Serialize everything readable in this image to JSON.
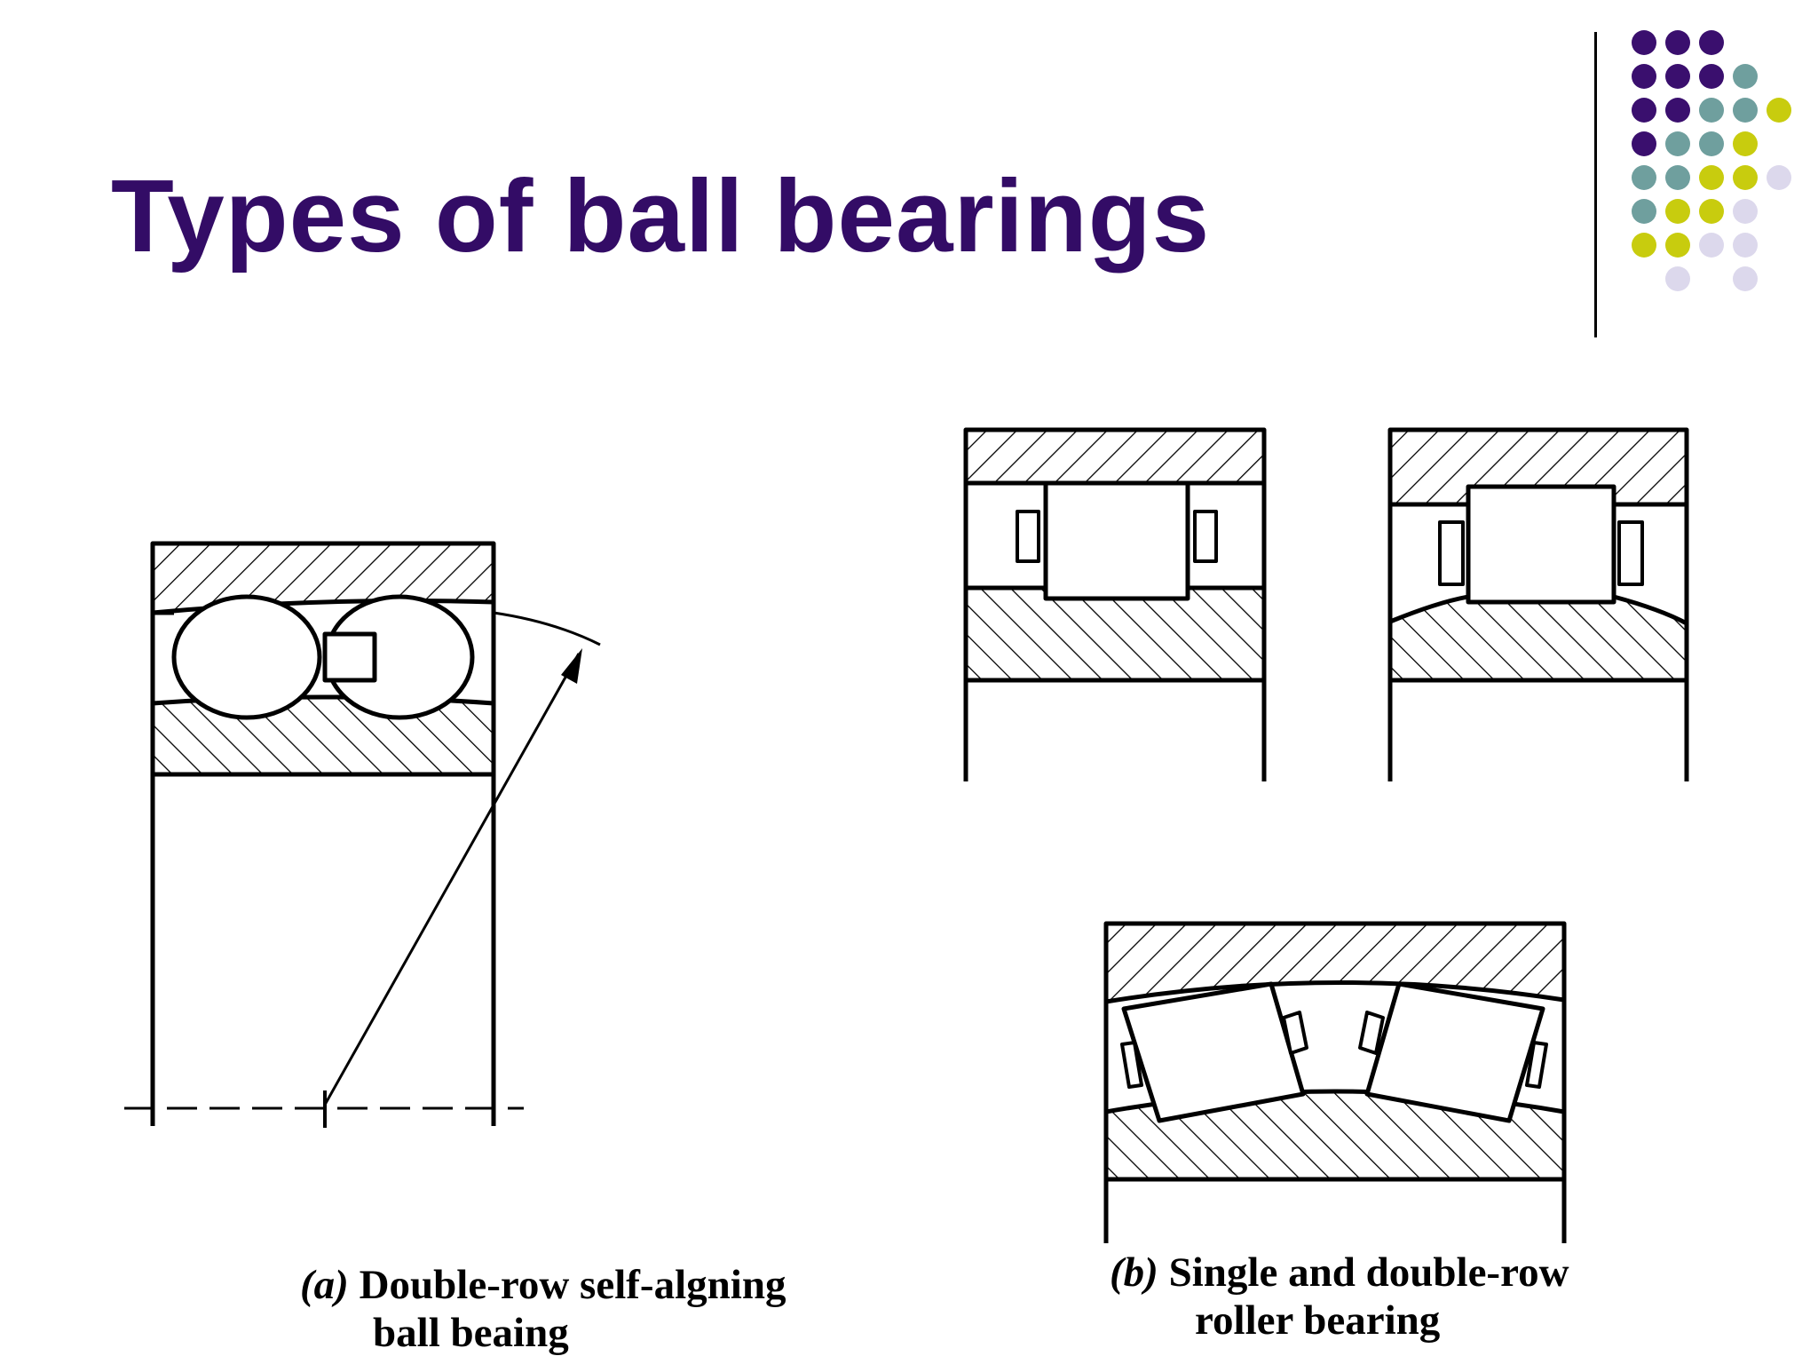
{
  "slide": {
    "title": "Types of ball bearings"
  },
  "theme": {
    "title_color": "#330c66",
    "dot_colors": {
      "P": "#3a0f6e",
      "T": "#6f9f9e",
      "Y": "#c8cc0e",
      "L": "#dcd8ec"
    },
    "dot_pattern": [
      "PPP  ",
      "PPPT ",
      "PPTTY",
      "PTTY ",
      "TTYYL",
      "TYYL ",
      "YYLL ",
      " L L "
    ]
  },
  "figures": {
    "a": {
      "letter": "(a)",
      "caption_line1": "Double-row self-algning",
      "caption_line2": "ball beaing"
    },
    "b": {
      "letter": "(b)",
      "caption_line1": "Single and double-row",
      "caption_line2": "roller bearing"
    }
  }
}
